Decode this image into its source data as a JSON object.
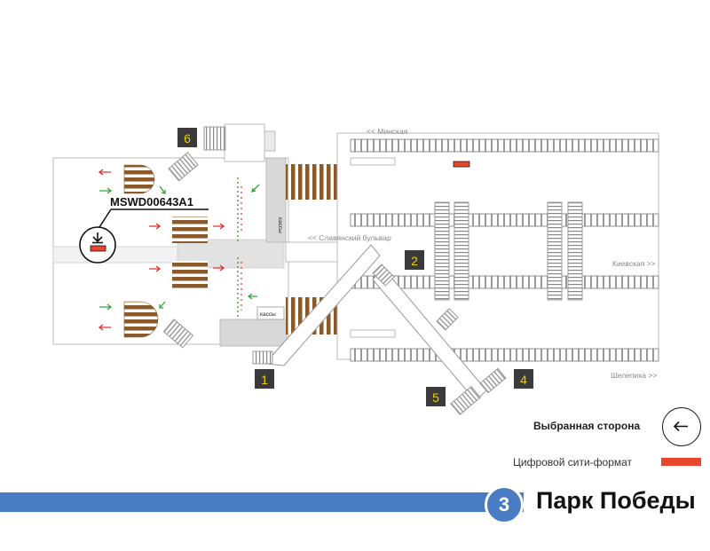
{
  "map": {
    "advert_id": "MSWD00643A1",
    "exits": [
      "1",
      "2",
      "4",
      "5",
      "6"
    ],
    "directions": {
      "minskaya": "<< Минская",
      "slavyansky": "<< Славянский бульвар",
      "kievskaya": "Киевская >>",
      "shelepikha": "Шелепиха >>"
    },
    "kassy_upper": "кассы",
    "kassy_lower": "кассы"
  },
  "legend": {
    "selected_side": "Выбранная сторона",
    "digital_format": "Цифровой сити-формат"
  },
  "station": {
    "line_number": "3",
    "name": "Парк Победы"
  },
  "colors": {
    "line": "#4a7cc4",
    "exit_badge": "#3a3a3a",
    "exit_digit": "#f0d000",
    "escalator": "#8b5a2b",
    "digital": "#e8452c",
    "arrow_red": "#e03030",
    "arrow_green": "#3aa03a"
  },
  "icons": {
    "selected_side": "arrow-left-icon",
    "advert_marker": "arrow-down-icon"
  }
}
